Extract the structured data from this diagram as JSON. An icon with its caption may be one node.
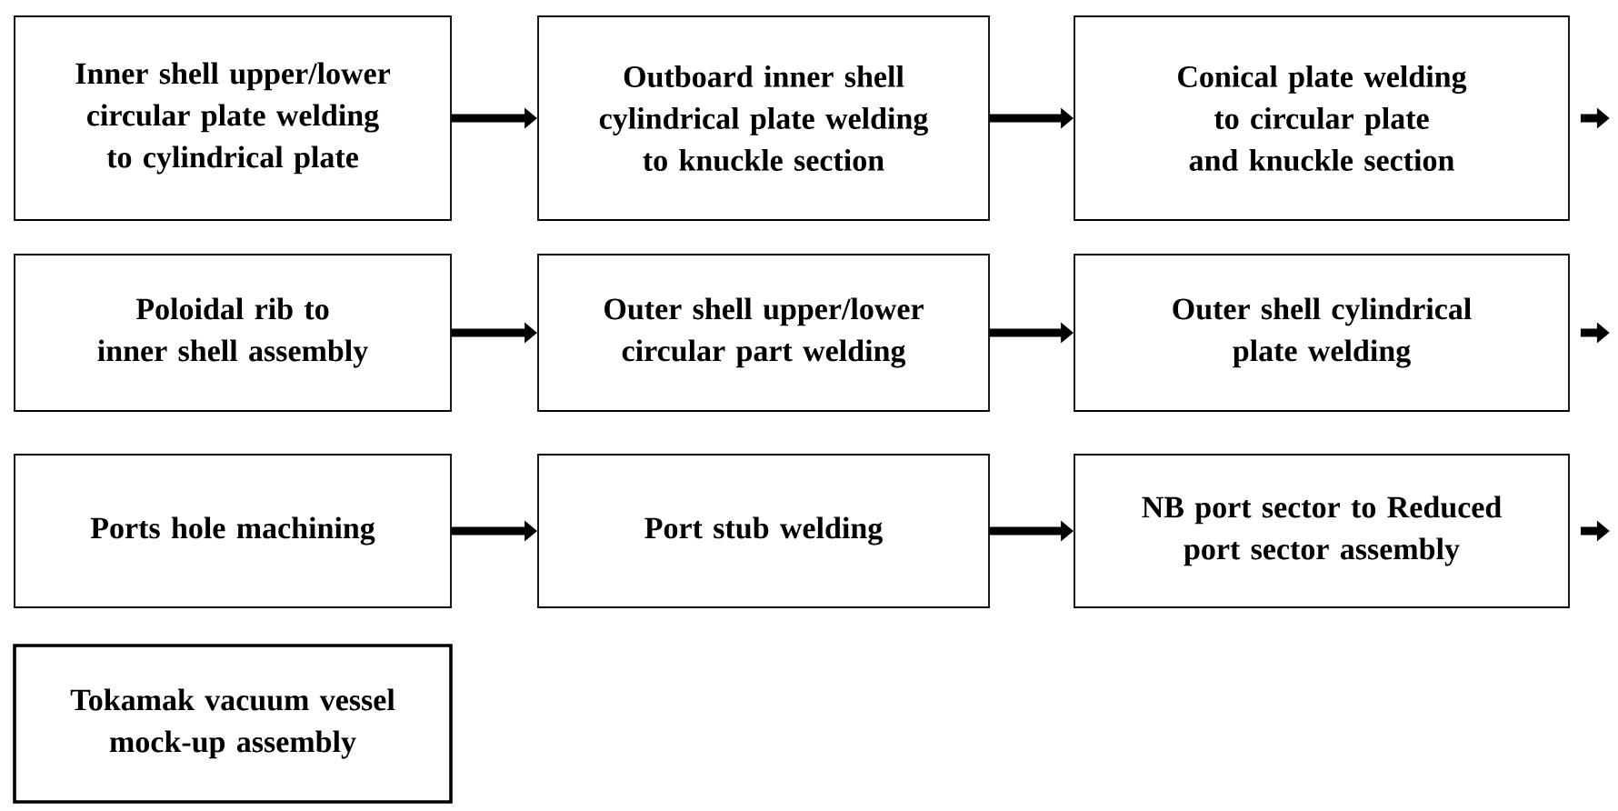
{
  "diagram": {
    "nodes": [
      {
        "text": [
          "Inner shell upper/lower circular plate welding to cylindrical plate"
        ]
      },
      {
        "text": [
          "Outboard inner shell cylindrical plate welding to knuckle section"
        ]
      },
      {
        "text": [
          "Conical plate welding to circular plate and knuckle section"
        ]
      },
      {
        "text": [
          "Poloidal rib to inner shell assembly"
        ]
      },
      {
        "text": [
          "Outer shell upper/lower circular part welding"
        ]
      },
      {
        "text": [
          "Outer shell cylindrical plate welding"
        ]
      },
      {
        "text": [
          "Ports hole machining"
        ]
      },
      {
        "text": [
          "Port stub welding"
        ]
      },
      {
        "text": [
          "NB port sector to Reduced port sector assembly"
        ]
      },
      {
        "text": [
          "Tokamak vacuum vessel mock-up assembly"
        ]
      }
    ],
    "edges": [
      {
        "from": 0,
        "to": 1,
        "arrow": "to"
      },
      {
        "from": 1,
        "to": 2,
        "arrow": "to"
      },
      {
        "from": 2,
        "to": null,
        "arrow": "to"
      },
      {
        "from": 3,
        "to": 4,
        "arrow": "to"
      },
      {
        "from": 4,
        "to": 5,
        "arrow": "to"
      },
      {
        "from": 5,
        "to": null,
        "arrow": "to"
      },
      {
        "from": 6,
        "to": 7,
        "arrow": "to"
      },
      {
        "from": 7,
        "to": 8,
        "arrow": "to"
      },
      {
        "from": 8,
        "to": null,
        "arrow": "to"
      }
    ]
  }
}
